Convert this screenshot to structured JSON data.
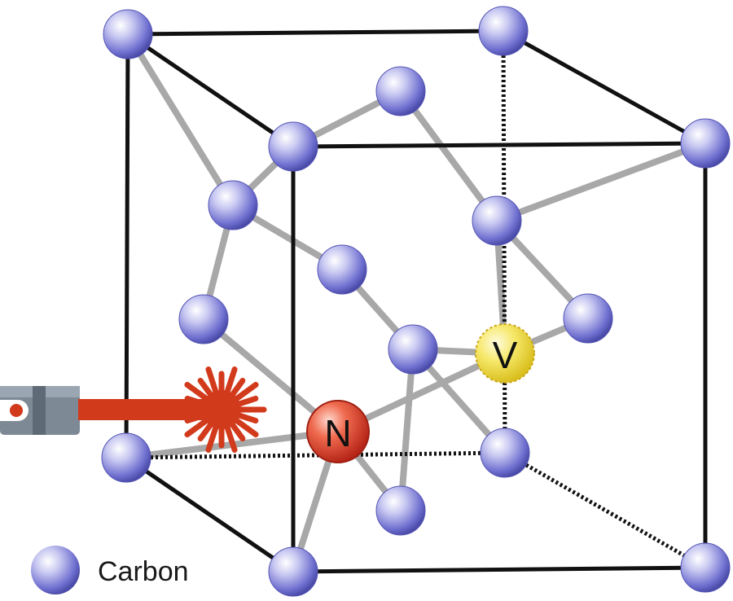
{
  "diagram": {
    "colors": {
      "carbon": "#6f6fd0",
      "nitrogen": "#d8392b",
      "vacancy": "#f0dc3c",
      "bond": "#a8a8a8",
      "cube_edge": "#111111",
      "laser": "#d23a1c",
      "laser_device": "#7d8a96"
    },
    "atoms": {
      "nitrogen_label": "N",
      "vacancy_label": "V"
    },
    "legend": {
      "carbon_label": "Carbon",
      "carbon_icon": "sphere-icon"
    },
    "laser": {
      "icon": "laser-emitter-icon",
      "burst_icon": "laser-burst-icon"
    }
  }
}
